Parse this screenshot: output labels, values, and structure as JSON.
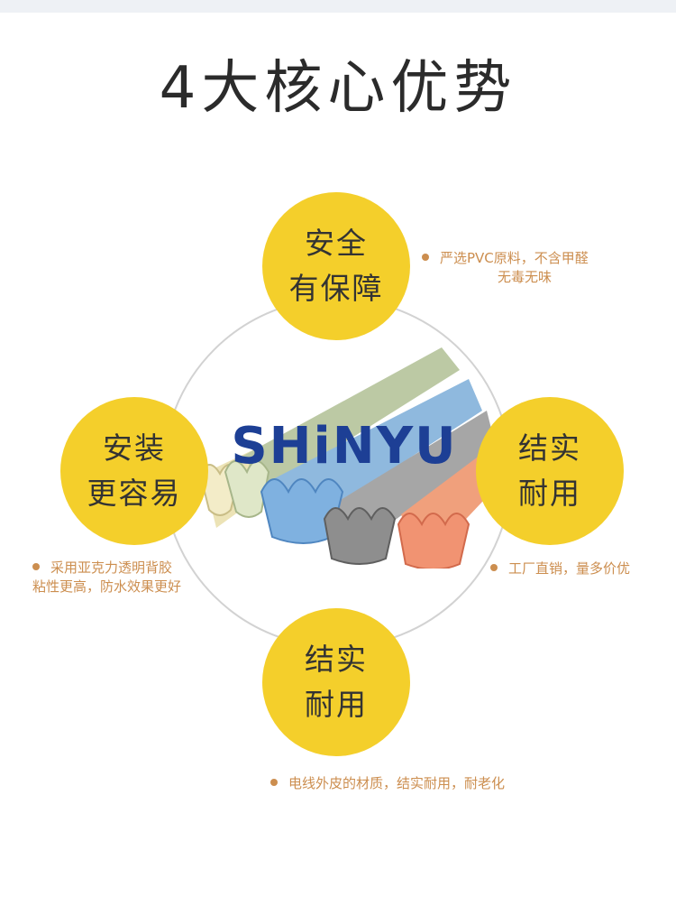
{
  "title": "4大核心优势",
  "brand": "SHiNYU",
  "features": {
    "top": {
      "line1": "安全",
      "line2": "有保障",
      "note_line1": "严选PVC原料，不含甲醛",
      "note_line2": "无毒无味"
    },
    "left": {
      "line1": "安装",
      "line2": "更容易",
      "note_line1": "采用亚克力透明背胶",
      "note_line2": "粘性更高，防水效果更好"
    },
    "right": {
      "line1": "结实",
      "line2": "耐用",
      "note_line1": "工厂直销，量多价优"
    },
    "bottom": {
      "line1": "结实",
      "line2": "耐用",
      "note_line1": "电线外皮的材质，结实耐用，耐老化"
    }
  },
  "colors": {
    "circle_fill": "#f4cf2b",
    "note_text": "#cc8e4f",
    "brand_blue": "#1d3f95",
    "ring": "#d2d2d2"
  }
}
